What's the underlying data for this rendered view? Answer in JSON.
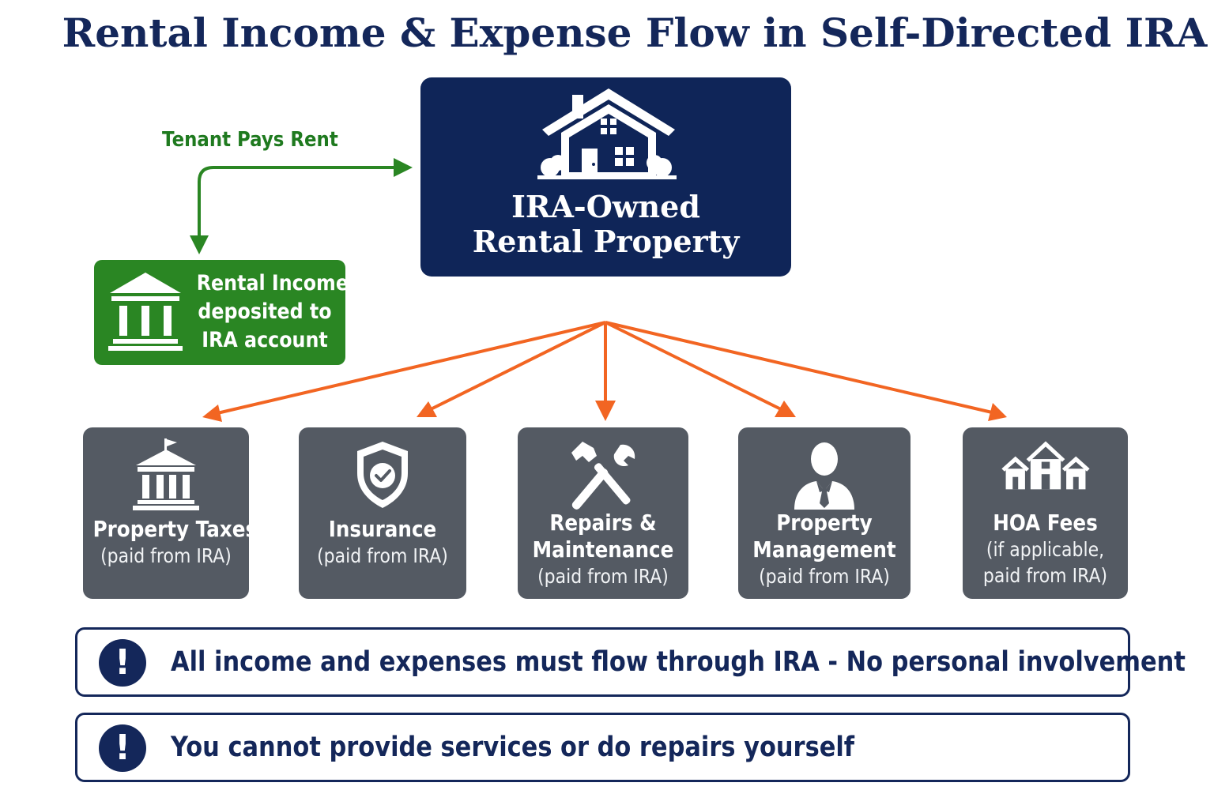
{
  "title": "Rental Income & Expense Flow in Self-Directed IRA",
  "colors": {
    "navy": "#0f2558",
    "green": "#2a8623",
    "green_text": "#1f7a1f",
    "orange": "#f26522",
    "gray_box": "#545a63"
  },
  "tenant_flow": {
    "label": "Tenant Pays Rent"
  },
  "property": {
    "icon": "house-icon",
    "line1": "IRA-Owned",
    "line2": "Rental Property"
  },
  "income": {
    "icon": "bank-icon",
    "line1": "Rental Income",
    "line2": "deposited to",
    "line3": "IRA account"
  },
  "expenses": [
    {
      "icon": "government-building-icon",
      "name1": "Property Taxes",
      "name2": "",
      "sub1": "(paid from IRA)",
      "sub2": ""
    },
    {
      "icon": "shield-check-icon",
      "name1": "Insurance",
      "name2": "",
      "sub1": "(paid from IRA)",
      "sub2": ""
    },
    {
      "icon": "hammer-wrench-icon",
      "name1": "Repairs &",
      "name2": "Maintenance",
      "sub1": "(paid from IRA)",
      "sub2": ""
    },
    {
      "icon": "manager-person-icon",
      "name1": "Property",
      "name2": "Management",
      "sub1": "(paid from IRA)",
      "sub2": ""
    },
    {
      "icon": "houses-icon",
      "name1": "HOA Fees",
      "name2": "",
      "sub1": "(if applicable,",
      "sub2": "paid from IRA)"
    }
  ],
  "notes": [
    {
      "icon": "exclamation-icon",
      "badge": "!",
      "text": "All income and expenses must flow through IRA - No personal involvement"
    },
    {
      "icon": "exclamation-icon",
      "badge": "!",
      "text": "You cannot provide services or do repairs yourself"
    }
  ]
}
